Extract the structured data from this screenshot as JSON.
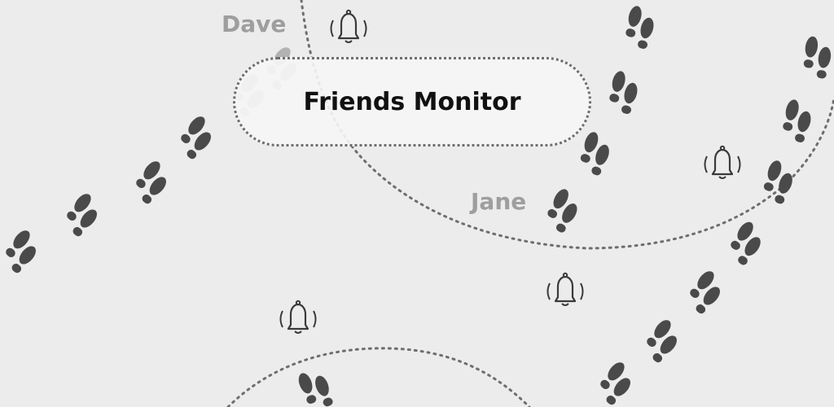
{
  "title": "Friends Monitor",
  "friends": [
    {
      "name": "Dave"
    },
    {
      "name": "Jane"
    }
  ],
  "icons": {
    "notification": "bell-icon",
    "trail": "footprints-icon"
  },
  "colors": {
    "background": "#ececec",
    "footprint": "#4a4a4a",
    "label": "#9e9e9e",
    "path": "#6e6e6e",
    "title": "#111111"
  }
}
